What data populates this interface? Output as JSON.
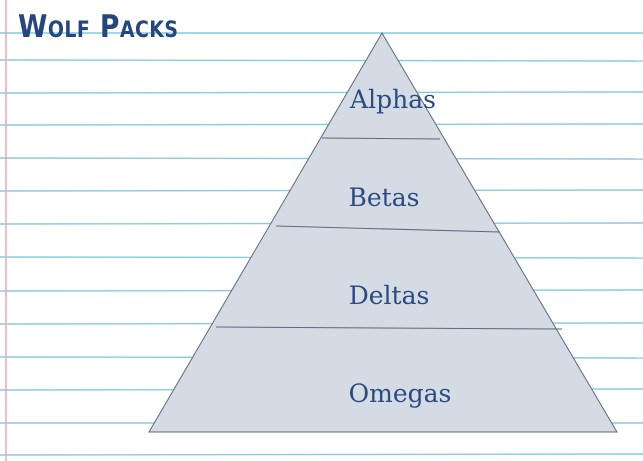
{
  "title": "Wolf Packs",
  "tiers": [
    {
      "label": "Alphas"
    },
    {
      "label": "Betas"
    },
    {
      "label": "Deltas"
    },
    {
      "label": "Omegas"
    }
  ],
  "colors": {
    "title": "#27477c",
    "label": "#2b4a80",
    "pyramid_fill": "#d5dbe4",
    "pyramid_stroke": "#5d6878",
    "ruled_line": "#86cbe0",
    "margin_line": "#f0a8a8"
  }
}
